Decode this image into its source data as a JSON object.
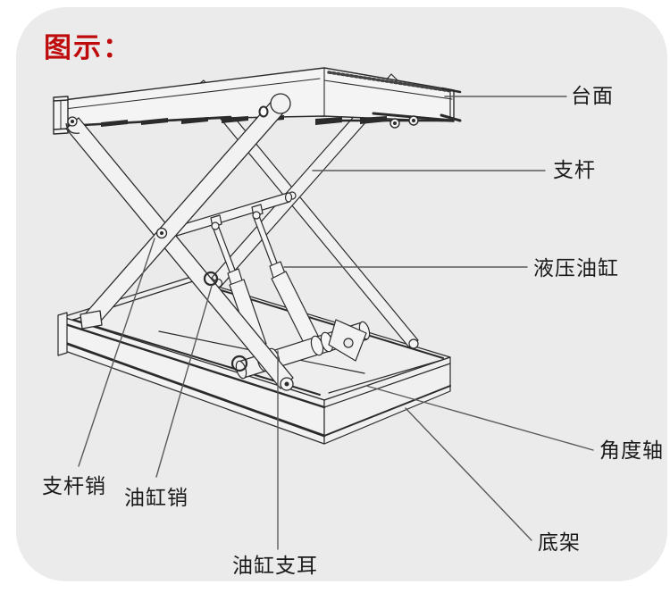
{
  "title": {
    "text": "图示："
  },
  "labels": {
    "taimian": "台面",
    "zhigan": "支杆",
    "yeyayougang": "液压油缸",
    "jiaoduzhou": "角度轴",
    "dijia": "底架",
    "zhiganxiao": "支杆销",
    "yougangxiao": "油缸销",
    "yougangzhier": "油缸支耳"
  },
  "colors": {
    "title_red": "#bf0b0b",
    "card_background": "#ebebeb",
    "drawing_line": "#2b2b2b",
    "leader_line": "#5a5a5a",
    "label_text": "#1a1a1a"
  }
}
